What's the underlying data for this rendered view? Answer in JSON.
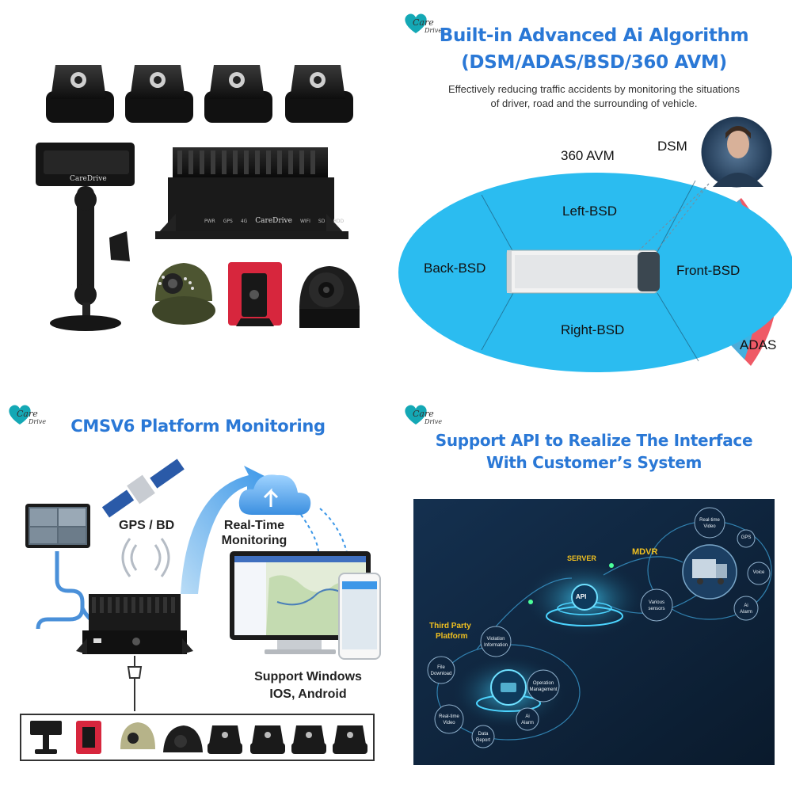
{
  "brand": {
    "logo_text_1": "Care",
    "logo_text_2": "Drive",
    "heart_color": "#14a8b5"
  },
  "colors": {
    "heading_blue": "#2a78d6",
    "bsd_cyan": "#2bbcf0",
    "adas_red": "#ef5a66",
    "dark_panel": "#0e2238"
  },
  "product_panel": {
    "camera_label": "CareDrive",
    "dvr_label": "CareDrive",
    "dvr_indicators": [
      "PWR",
      "GPS",
      "4G",
      "WIFI",
      "SD",
      "HDD"
    ]
  },
  "ai_panel": {
    "title_line_1": "Built-in Advanced Ai Algorithm",
    "title_line_2": "(DSM/ADAS/BSD/360 AVM)",
    "desc_line_1": "Effectively reducing traffic accidents by monitoring the situations",
    "desc_line_2": "of driver, road and the surrounding of vehicle.",
    "zones": {
      "avm": "360 AVM",
      "dsm": "DSM",
      "left": "Left-BSD",
      "back": "Back-BSD",
      "front": "Front-BSD",
      "right": "Right-BSD",
      "adas": "ADAS"
    }
  },
  "platform_panel": {
    "title": "CMSV6 Platform Monitoring",
    "gps": "GPS / BD",
    "realtime_1": "Real-Time",
    "realtime_2": "Monitoring",
    "support_1": "Support Windows",
    "support_2": "IOS, Android"
  },
  "api_panel": {
    "title_line_1": "Support API to Realize The Interface",
    "title_line_2": "With Customer’s System",
    "server": "SERVER",
    "api": "API",
    "mdvr": "MDVR",
    "third_party_1": "Third Party",
    "third_party_2": "Platform",
    "mdvr_nodes": [
      {
        "l1": "Real-time",
        "l2": "Video"
      },
      {
        "l1": "GPS",
        "l2": ""
      },
      {
        "l1": "Voice",
        "l2": ""
      },
      {
        "l1": "Ai",
        "l2": "Alarm"
      },
      {
        "l1": "Various",
        "l2": "sensors"
      }
    ],
    "platform_nodes": [
      {
        "l1": "Violation",
        "l2": "Information"
      },
      {
        "l1": "File",
        "l2": "Download"
      },
      {
        "l1": "Operation",
        "l2": "Management"
      },
      {
        "l1": "Real-time",
        "l2": "Video"
      },
      {
        "l1": "Ai",
        "l2": "Alarm"
      },
      {
        "l1": "Data",
        "l2": "Report"
      }
    ]
  }
}
